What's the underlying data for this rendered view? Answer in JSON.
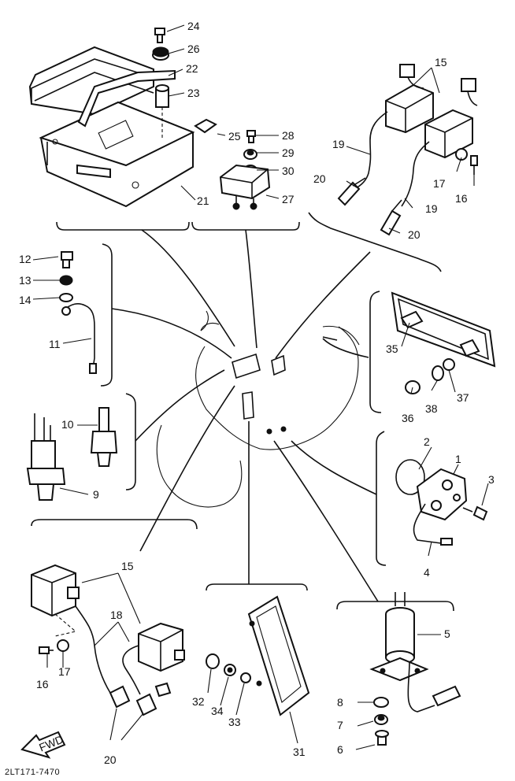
{
  "diagram": {
    "footer_code": "2LT171-7470",
    "arrow_text": "FWD",
    "labels": {
      "l1": "1",
      "l2": "2",
      "l3": "3",
      "l4": "4",
      "l5": "5",
      "l6": "6",
      "l7": "7",
      "l8": "8",
      "l9": "9",
      "l10": "10",
      "l11": "11",
      "l12": "12",
      "l13": "13",
      "l14": "14",
      "l15a": "15",
      "l15b": "15",
      "l16a": "16",
      "l16b": "16",
      "l17a": "17",
      "l17b": "17",
      "l18": "18",
      "l19a": "19",
      "l19b": "19",
      "l20a": "20",
      "l20b": "20",
      "l20c": "20",
      "l21": "21",
      "l22": "22",
      "l23": "23",
      "l24": "24",
      "l25": "25",
      "l26": "26",
      "l27": "27",
      "l28": "28",
      "l29": "29",
      "l30": "30",
      "l31": "31",
      "l32": "32",
      "l33": "33",
      "l34": "34",
      "l35": "35",
      "l36": "36",
      "l37": "37",
      "l38": "38"
    }
  }
}
